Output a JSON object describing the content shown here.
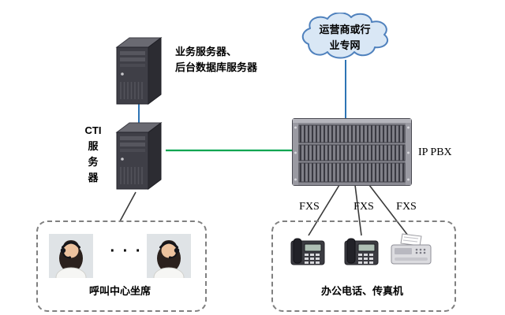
{
  "diagram": {
    "app_server_label": "业务服务器、\n后台数据库服务器",
    "cloud_label": "运营商或行\n业专网",
    "cti_label": "CTI\n服\n务\n器",
    "ippbx_label": "IP PBX",
    "fxs_labels": [
      "FXS",
      "FXS",
      "FXS"
    ],
    "callcenter_label": "呼叫中心坐席",
    "callcenter_dots": "· · ·",
    "office_label": "办公电话、传真机"
  },
  "colors": {
    "line_blue": "#2e74b5",
    "line_green": "#00a550",
    "line_dark": "#3a3a3a",
    "cloud_fill": "#d9e7f5",
    "cloud_stroke": "#4f81bd",
    "box_dash": "#808080"
  }
}
